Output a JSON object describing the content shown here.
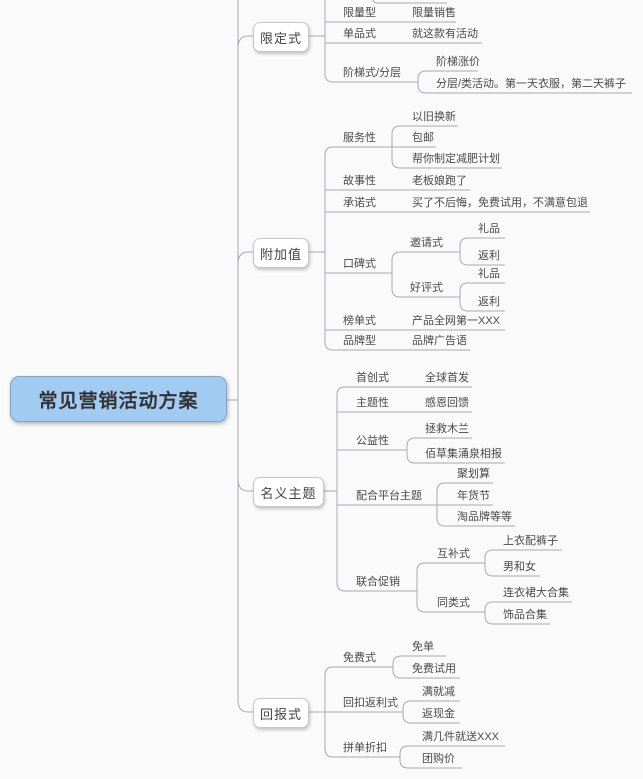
{
  "colors": {
    "canvas": "#fafafa",
    "central_fill": "#a2cbf2",
    "central_border": "#7ea6cd",
    "branch_box_fill": "#ffffff",
    "branch_box_border": "#c6c6ce",
    "connector_line": "#a9aab2",
    "text": "#4a4a4a"
  },
  "root": {
    "label": "常见营销活动方案",
    "children": [
      {
        "label": "限定式",
        "children": [
          {
            "label": "限量型",
            "children": [
              {
                "label": "限量销售"
              }
            ]
          },
          {
            "label": "单品式",
            "children": [
              {
                "label": "就这款有活动"
              }
            ]
          },
          {
            "label": "阶梯式/分层",
            "children": [
              {
                "label": "阶梯涨价"
              },
              {
                "label": "分层/类活动。第一天衣服，第二天裤子"
              }
            ]
          }
        ]
      },
      {
        "label": "附加值",
        "children": [
          {
            "label": "服务性",
            "children": [
              {
                "label": "以旧换新"
              },
              {
                "label": "包邮"
              },
              {
                "label": "帮你制定减肥计划"
              }
            ]
          },
          {
            "label": "故事性",
            "children": [
              {
                "label": "老板娘跑了"
              }
            ]
          },
          {
            "label": "承诺式",
            "children": [
              {
                "label": "买了不后悔，免费试用，不满意包退"
              }
            ]
          },
          {
            "label": "口碑式",
            "children": [
              {
                "label": "邀请式",
                "children": [
                  {
                    "label": "礼品"
                  },
                  {
                    "label": "返利"
                  }
                ]
              },
              {
                "label": "好评式",
                "children": [
                  {
                    "label": "礼品"
                  },
                  {
                    "label": "返利"
                  }
                ]
              }
            ]
          },
          {
            "label": "榜单式",
            "children": [
              {
                "label": "产品全网第一XXX"
              }
            ]
          },
          {
            "label": "品牌型",
            "children": [
              {
                "label": "品牌广告语"
              }
            ]
          }
        ]
      },
      {
        "label": "名义主题",
        "children": [
          {
            "label": "首创式",
            "children": [
              {
                "label": "全球首发"
              }
            ]
          },
          {
            "label": "主题性",
            "children": [
              {
                "label": "感恩回馈"
              }
            ]
          },
          {
            "label": "公益性",
            "children": [
              {
                "label": "拯救木兰"
              },
              {
                "label": "佰草集涌泉相报"
              }
            ]
          },
          {
            "label": "配合平台主题",
            "children": [
              {
                "label": "聚划算"
              },
              {
                "label": "年货节"
              },
              {
                "label": "淘品牌等等"
              }
            ]
          },
          {
            "label": "联合促销",
            "children": [
              {
                "label": "互补式",
                "children": [
                  {
                    "label": "上衣配裤子"
                  },
                  {
                    "label": "男和女"
                  }
                ]
              },
              {
                "label": "同类式",
                "children": [
                  {
                    "label": "连衣裙大合集"
                  },
                  {
                    "label": "饰品合集"
                  }
                ]
              }
            ]
          }
        ]
      },
      {
        "label": "回报式",
        "children": [
          {
            "label": "免费式",
            "children": [
              {
                "label": "免单"
              },
              {
                "label": "免费试用"
              }
            ]
          },
          {
            "label": "回扣返利式",
            "children": [
              {
                "label": "满就减"
              },
              {
                "label": "返现金"
              }
            ]
          },
          {
            "label": "拼单折扣",
            "children": [
              {
                "label": "满几件就送XXX"
              },
              {
                "label": "团购价"
              }
            ]
          }
        ]
      }
    ]
  }
}
